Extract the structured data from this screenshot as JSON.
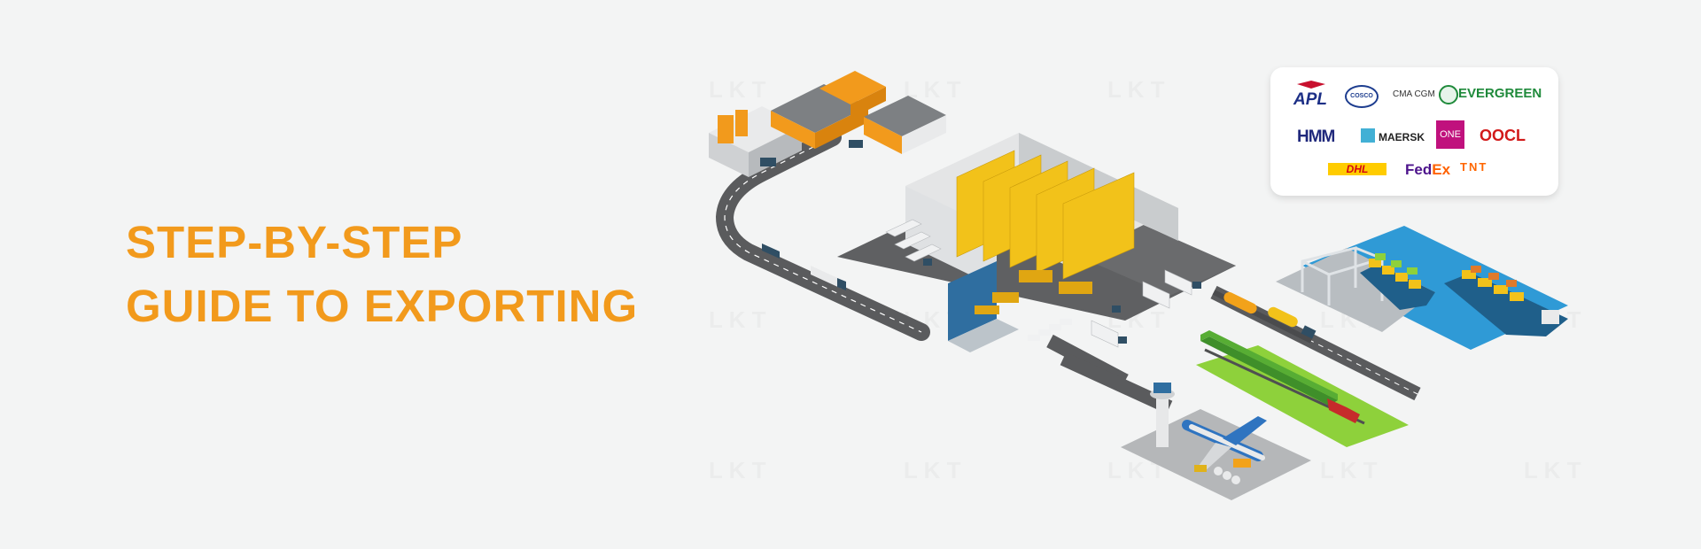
{
  "hero": {
    "line1": "STEP-BY-STEP",
    "line2": "GUIDE TO EXPORTING"
  },
  "partners": {
    "apl": "APL",
    "cosco": "COSCO",
    "cma_cgm": "CMA CGM",
    "evergreen": "EVERGREEN",
    "hmm": "HMM",
    "maersk": "MAERSK",
    "one": "ONE",
    "oocl": "OOCL",
    "dhl": "DHL",
    "fedex_a": "Fed",
    "fedex_b": "Ex",
    "tnt": "TNT"
  },
  "colors": {
    "accent": "#f29a1c",
    "background": "#f3f4f4",
    "road": "#5a5b5d",
    "water": "#2f9ad6",
    "grass": "#8ed13b",
    "container": "#f2c21a"
  }
}
